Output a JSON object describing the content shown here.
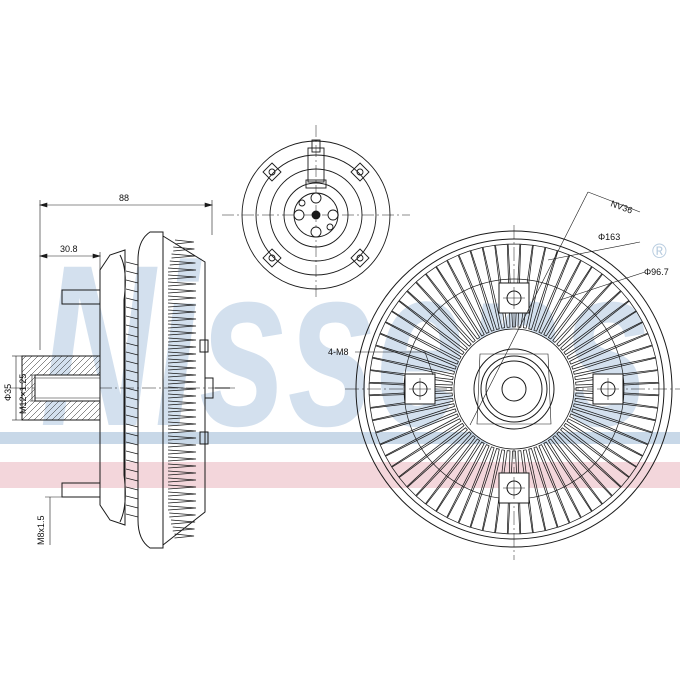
{
  "watermark": {
    "brand": "Nissens",
    "registered": "®",
    "colors": {
      "blue": "#b9cde0",
      "red": "#f1cdd3"
    }
  },
  "dimensions": {
    "width_total": "88",
    "offset": "30.8",
    "bore_diameter": "Φ35",
    "thread_main": "M12×1.25",
    "thread_stud": "M8x1.5",
    "bolts": "4-M8",
    "wrench": "NV36",
    "diameter_outer": "Φ163",
    "diameter_inner": "Φ96.7"
  },
  "colors": {
    "line": "#1a1a1a",
    "hatch": "#333333",
    "bg": "#ffffff"
  }
}
